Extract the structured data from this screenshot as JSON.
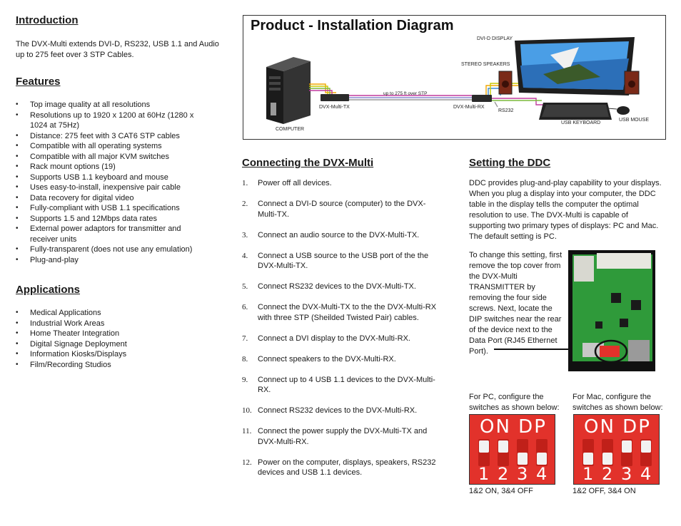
{
  "left": {
    "intro_title": "Introduction",
    "intro_text": "The DVX-Multi extends DVI-D, RS232, USB 1.1 and Audio up to 275 feet over 3 STP Cables.",
    "features_title": "Features",
    "features": [
      "Top image quality at all resolutions",
      "Resolutions up to 1920 x 1200 at 60Hz (1280 x 1024 at 75Hz)",
      "Distance: 275 feet with 3 CAT6 STP cables",
      "Compatible with all operating systems",
      "Compatible with all major KVM switches",
      "Rack mount options (19)",
      "Supports USB 1.1 keyboard and mouse",
      "Uses easy-to-install, inexpensive pair cable",
      "Data recovery for digital video",
      "Fully-compliant with USB 1.1 specifications",
      "Supports 1.5 and 12Mbps data rates",
      "External power adaptors for transmitter and receiver units",
      "Fully-transparent (does not use any emulation)",
      "Plug-and-play"
    ],
    "applications_title": "Applications",
    "applications": [
      "Medical Applications",
      "Industrial Work Areas",
      "Home Theater Integration",
      "Digital Signage Deployment",
      "Information Kiosks/Displays",
      "Film/Recording Studios"
    ]
  },
  "diagram": {
    "title": "Product  -  Installation Diagram",
    "labels": {
      "display": "DVI-D DISPLAY",
      "speakers": "STEREO SPEAKERS",
      "cable": "up to 275 ft over STP",
      "tx": "DVX-Multi-TX",
      "rx": "DVX-Multi-RX",
      "rs232": "RS232",
      "computer": "COMPUTER",
      "keyboard": "USB KEYBOARD",
      "mouse": "USB MOUSE"
    }
  },
  "connecting": {
    "title": "Connecting the DVX-Multi",
    "steps": [
      {
        "n": "1.",
        "text": "Power off all devices."
      },
      {
        "n": "2.",
        "text": "Connect a DVI-D source (computer) to the DVX-Multi-TX."
      },
      {
        "n": "3.",
        "text": "Connect an audio source to the DVX-Multi-TX."
      },
      {
        "n": "4.",
        "text": "Connect a USB source to the USB port of the the DVX-Multi-TX."
      },
      {
        "n": "5.",
        "text": "Connect RS232 devices to the DVX-Multi-TX."
      },
      {
        "n": "6.",
        "text": "Connect the DVX-Multi-TX to the the DVX-Multi-RX with three STP (Sheilded Twisted Pair) cables."
      },
      {
        "n": "7.",
        "text": "Connect a DVI display to the DVX-Multi-RX."
      },
      {
        "n": "8.",
        "text": "Connect speakers to the DVX-Multi-RX."
      },
      {
        "n": "9.",
        "text": "Connect up to 4 USB 1.1 devices to the DVX-Multi-RX."
      },
      {
        "n": "10.",
        "text": "Connect RS232 devices to the DVX-Multi-RX."
      },
      {
        "n": "11.",
        "text": "Connect the power supply the DVX-Multi-TX and DVX-Multi-RX."
      },
      {
        "n": "12.",
        "text": "Power on the computer, displays, speakers, RS232 devices and USB 1.1 devices."
      }
    ]
  },
  "ddc": {
    "title": "Setting the DDC",
    "p1": "DDC provides plug-and-play capability to your displays. When you plug a display into your computer, the DDC table in the display tells the computer the optimal resolution to use.  The DVX-Multi is capable of supporting two primary types of displays: PC and Mac. The default setting is PC.",
    "p2": "To change this setting, first remove the top cover from the DVX-Multi TRANSMITTER by removing the four side screws. Next, locate the DIP switches near the rear of the device next to the Data Port (RJ45 Ethernet Port).",
    "pc_caption": "For PC, configure the switches as shown below:",
    "mac_caption": "For Mac, configure the switches as shown below:",
    "dip_top": "ON  DP",
    "dip_numbers": [
      "1",
      "2",
      "3",
      "4"
    ],
    "pc_setting": "1&2 ON, 3&4 OFF",
    "mac_setting": "1&2 OFF, 3&4 ON",
    "pc_states": [
      true,
      true,
      false,
      false
    ],
    "mac_states": [
      false,
      false,
      true,
      true
    ]
  }
}
